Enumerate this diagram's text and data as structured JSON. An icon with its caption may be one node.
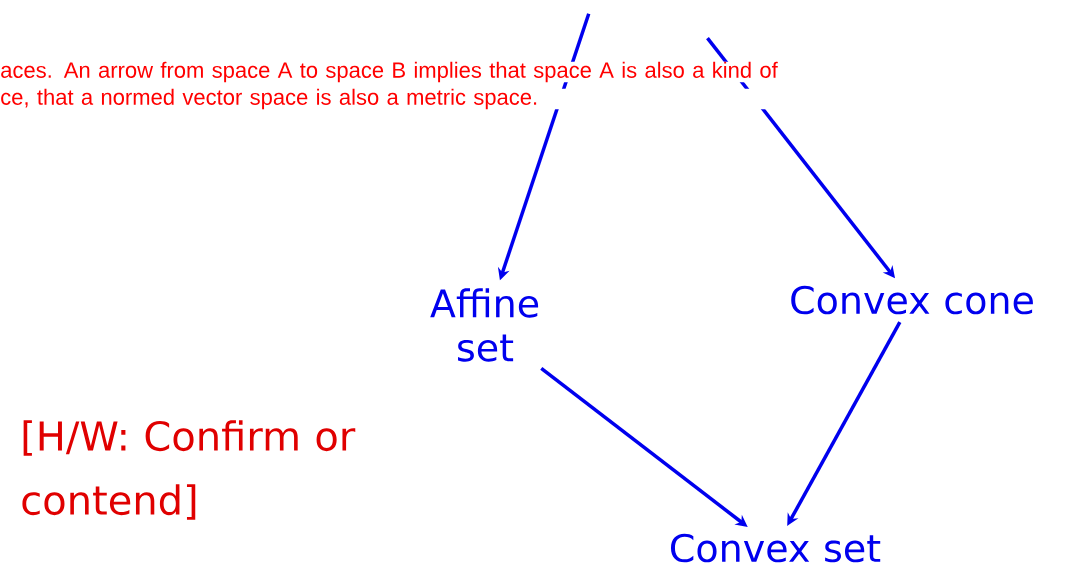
{
  "diagram": {
    "nodes": [
      {
        "text": [
          "Affine set"
        ]
      },
      {
        "text": [
          "Convex cone"
        ]
      },
      {
        "text": [
          "Convex set"
        ]
      }
    ],
    "edges": [
      {
        "from": null,
        "to": 0,
        "arrow": "to"
      },
      {
        "from": null,
        "to": 1,
        "arrow": "to"
      },
      {
        "from": 0,
        "to": 2,
        "arrow": "to"
      },
      {
        "from": 1,
        "to": 2,
        "arrow": "to"
      }
    ],
    "labels": [
      "aces. An arrow from space A to space B implies that space A is also a kind of",
      "ce, that a normed vector space is also a metric space.",
      "[H/W: Confirm or contend]"
    ]
  }
}
